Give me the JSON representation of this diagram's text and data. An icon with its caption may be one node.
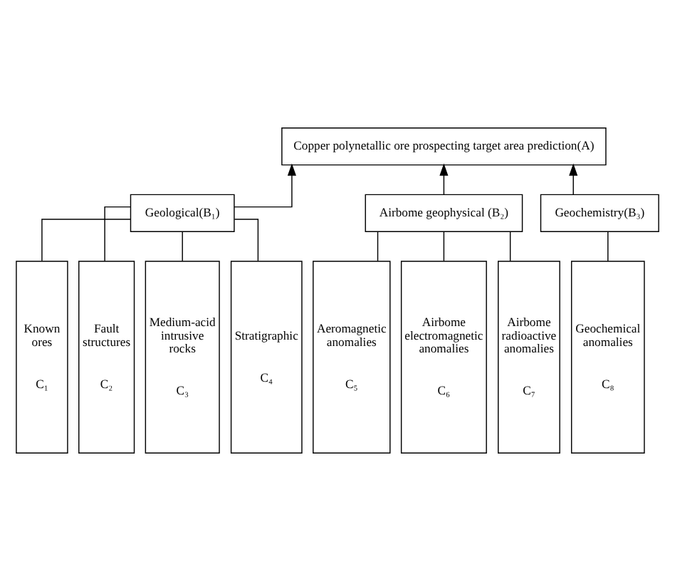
{
  "diagram": {
    "nodes": [
      {
        "text": [
          "Copper polynetallic ore prospecting target area prediction(A)"
        ]
      },
      {
        "text": [
          "Geological(B₁)"
        ]
      },
      {
        "text": [
          "Airbome geophysical (B₂)"
        ]
      },
      {
        "text": [
          "Geochemistry(B₃)"
        ]
      },
      {
        "text": [
          "Known ores",
          "C₁"
        ]
      },
      {
        "text": [
          "Fault structures",
          "C₂"
        ]
      },
      {
        "text": [
          "Medium-acid intrusive rocks",
          "C₃"
        ]
      },
      {
        "text": [
          "Stratigraphic",
          "C₄"
        ]
      },
      {
        "text": [
          "Aeromagnetic anomalies",
          "C₅"
        ]
      },
      {
        "text": [
          "Airbome electromagnetic anomalies",
          "C₆"
        ]
      },
      {
        "text": [
          "Airbome radioactive anomalies",
          "C₇"
        ]
      },
      {
        "text": [
          "Geochemical anomalies",
          "C₈"
        ]
      }
    ],
    "edges": [
      {
        "from": 1,
        "to": 0,
        "arrow": "to"
      },
      {
        "from": 2,
        "to": 0,
        "arrow": "to"
      },
      {
        "from": 3,
        "to": 0,
        "arrow": "to"
      },
      {
        "from": 4,
        "to": 1,
        "arrow": "none"
      },
      {
        "from": 5,
        "to": 1,
        "arrow": "none"
      },
      {
        "from": 6,
        "to": 1,
        "arrow": "none"
      },
      {
        "from": 7,
        "to": 1,
        "arrow": "none"
      },
      {
        "from": 8,
        "to": 2,
        "arrow": "none"
      },
      {
        "from": 9,
        "to": 2,
        "arrow": "none"
      },
      {
        "from": 10,
        "to": 2,
        "arrow": "none"
      },
      {
        "from": 11,
        "to": 3,
        "arrow": "none"
      }
    ]
  }
}
